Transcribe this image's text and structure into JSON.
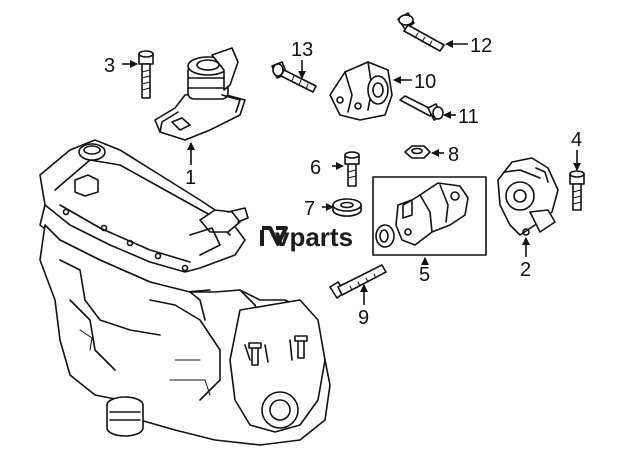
{
  "diagram": {
    "callouts": [
      "1",
      "2",
      "3",
      "4",
      "5",
      "6",
      "7",
      "8",
      "9",
      "10",
      "11",
      "12",
      "13"
    ]
  },
  "watermark": {
    "text": "vparts",
    "color": "#1c1c1c"
  },
  "colors": {
    "ink": "#111111",
    "background": "#ffffff"
  }
}
